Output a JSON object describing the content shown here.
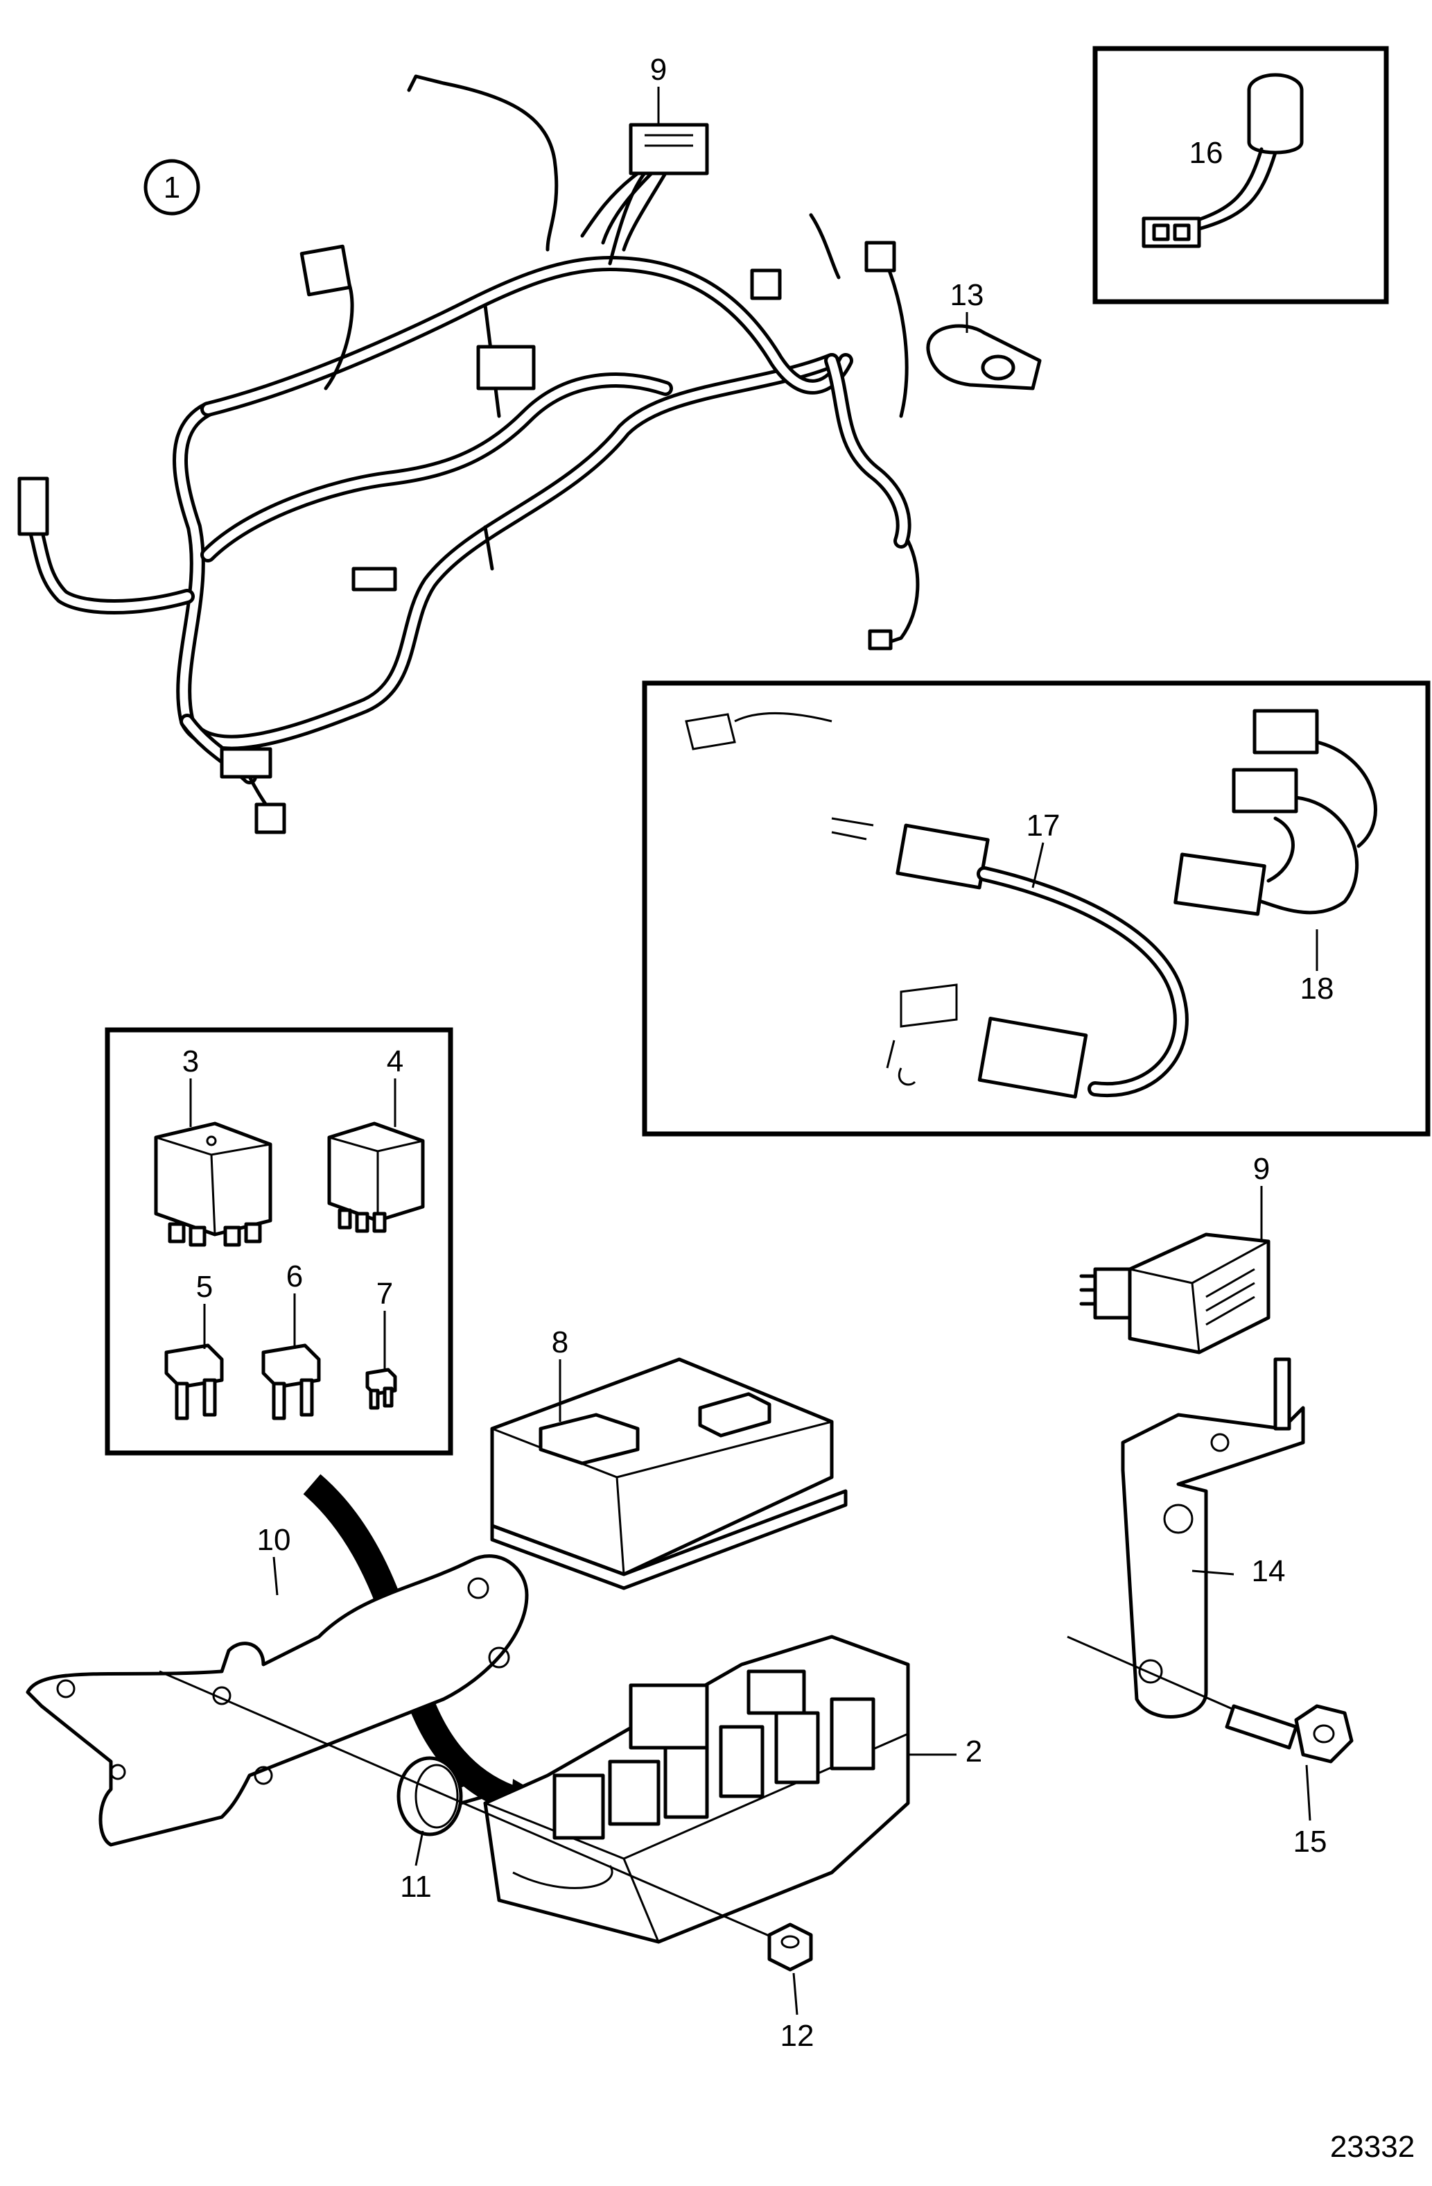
{
  "figure_number": "23332",
  "assembly_marker": "1",
  "callouts": {
    "c2": "2",
    "c3": "3",
    "c4": "4",
    "c5": "5",
    "c6": "6",
    "c7": "7",
    "c8": "8",
    "c9_top": "9",
    "c9_right": "9",
    "c10": "10",
    "c11": "11",
    "c12": "12",
    "c13": "13",
    "c14": "14",
    "c15": "15",
    "c16": "16",
    "c17": "17",
    "c18": "18"
  }
}
